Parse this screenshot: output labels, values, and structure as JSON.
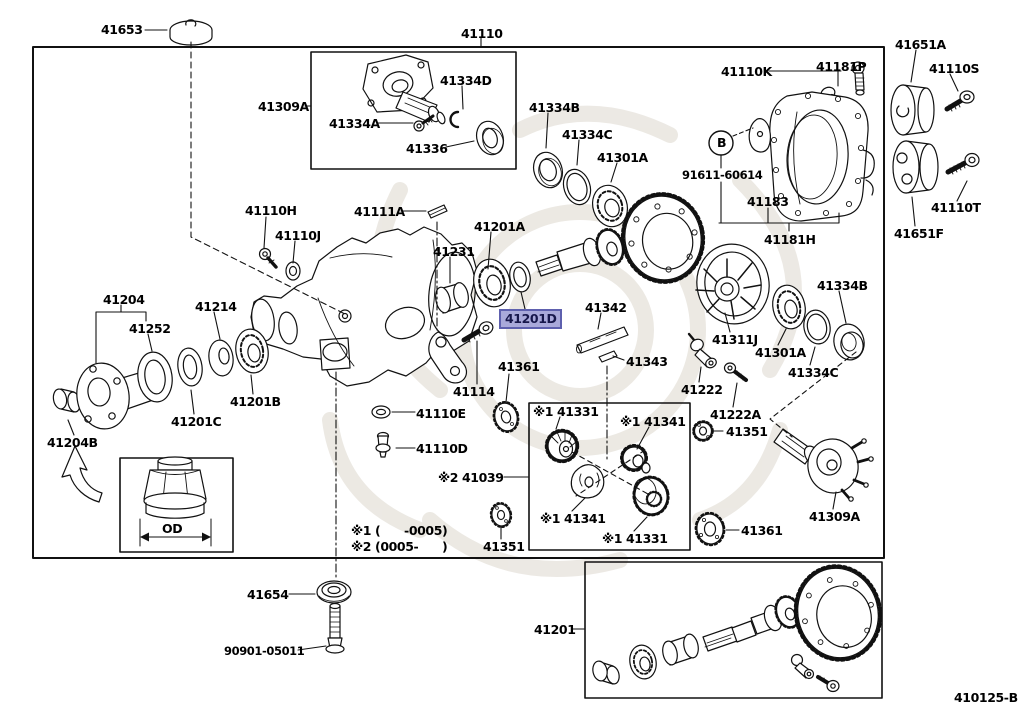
{
  "document": {
    "code": "410125-B"
  },
  "colors": {
    "background": "#ffffff",
    "line": "#111111",
    "highlight_fill": "#a9a9da",
    "highlight_border": "#5e60ae",
    "highlight_text": "#17174b"
  },
  "markers": {
    "b": "B",
    "od": "OD"
  },
  "notes": {
    "line1": "※1 (      -0005)",
    "line2": "※2 (0005-      )"
  },
  "labels": {
    "a41653": "41653",
    "a41110": "41110",
    "a41651A": "41651A",
    "a41110S": "41110S",
    "a41110K": "41110K",
    "a41181P": "41181P",
    "a41309A": "41309A",
    "a41334D": "41334D",
    "a41334A": "41334A",
    "a41336": "41336",
    "a41334B_top": "41334B",
    "a41334C_top": "41334C",
    "a41301A_top": "41301A",
    "a91611": "91611-60614",
    "a41183": "41183",
    "a41181H": "41181H",
    "a41110T": "41110T",
    "a41651F": "41651F",
    "a41110H": "41110H",
    "a41111A": "41111A",
    "a41110J": "41110J",
    "a41201A": "41201A",
    "a41231": "41231",
    "a41204": "41204",
    "a41252": "41252",
    "a41214": "41214",
    "a41201B": "41201B",
    "a41201C": "41201C",
    "a41204B": "41204B",
    "a41201D": "41201D",
    "a41342": "41342",
    "a41343": "41343",
    "a41114": "41114",
    "a41361_mid": "41361",
    "a41110E": "41110E",
    "a41110D": "41110D",
    "a41039": "※2 41039",
    "a41222": "41222",
    "a41222A": "41222A",
    "a41351_mid": "41351",
    "a41311J": "41311J",
    "a41301A_low": "41301A",
    "a41334B_low": "41334B",
    "a41334C_low": "41334C",
    "x41331_a": "※1 41331",
    "x41341_a": "※1 41341",
    "x41341_b": "※1 41341",
    "x41331_b": "※1 41331",
    "a41351_low": "41351",
    "a41361_low": "41361",
    "a41309A_low": "41309A",
    "a41201": "41201",
    "a41654": "41654",
    "a90901": "90901-05011"
  }
}
